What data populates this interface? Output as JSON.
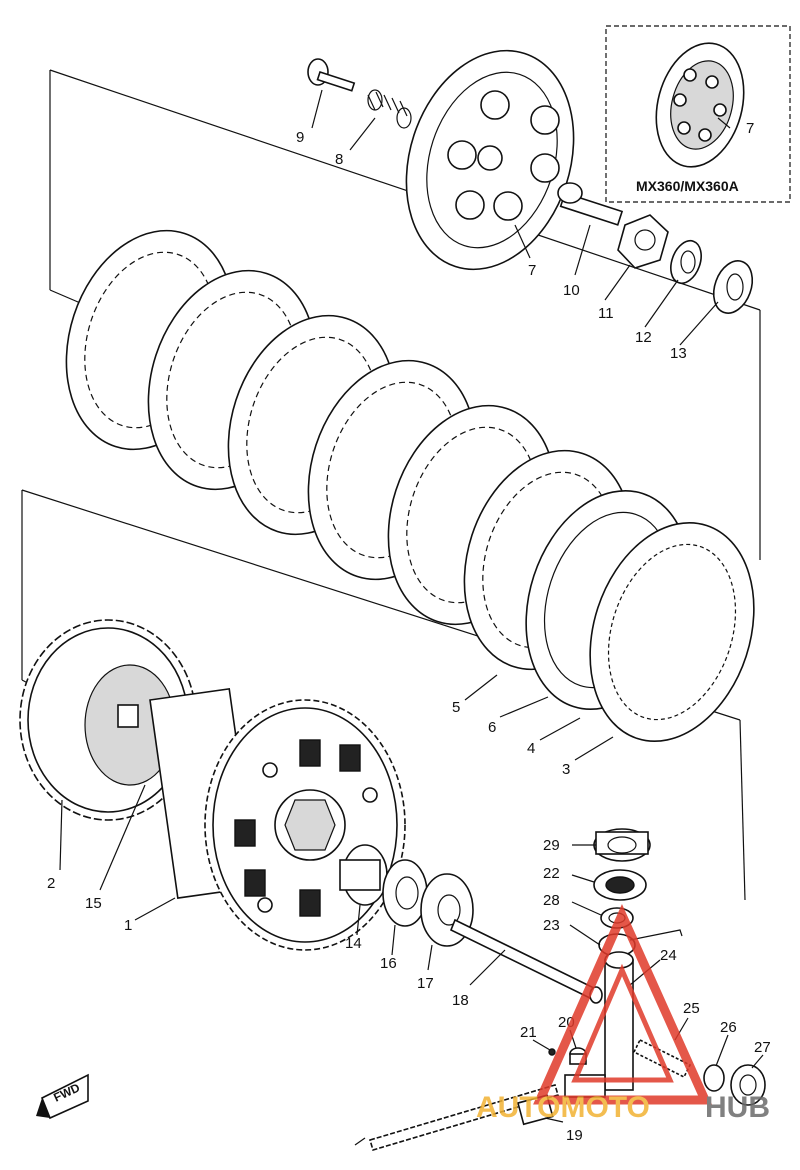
{
  "variant_box": {
    "label": "MX360/MX360A",
    "part": "7"
  },
  "callouts": {
    "p1": "1",
    "p2": "2",
    "p3": "3",
    "p4": "4",
    "p5": "5",
    "p6": "6",
    "p7": "7",
    "p8": "8",
    "p9": "9",
    "p10": "10",
    "p11": "11",
    "p12": "12",
    "p13": "13",
    "p14": "14",
    "p15": "15",
    "p16": "16",
    "p17": "17",
    "p18": "18",
    "p19": "19",
    "p20": "20",
    "p21": "21",
    "p22": "22",
    "p23": "23",
    "p24": "24",
    "p25": "25",
    "p26": "26",
    "p27": "27",
    "p28": "28",
    "p29": "29"
  },
  "direction_arrow": {
    "label": "FWD"
  },
  "watermark": {
    "part1": "AUTOMOTO",
    "part2": "HUB",
    "accent": "#f2b233",
    "secondary": "#6b6b6b",
    "triangle_color": "#e03a2a"
  },
  "colors": {
    "line": "#111111",
    "background": "#ffffff"
  }
}
